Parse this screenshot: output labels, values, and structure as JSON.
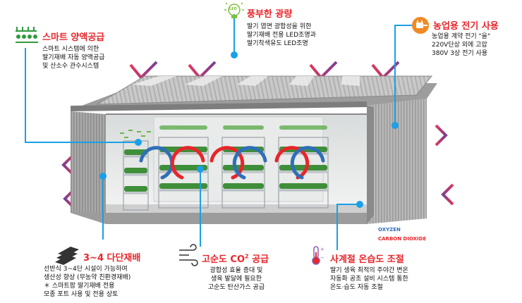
{
  "colors": {
    "title_red": "#e8262b",
    "callout_blue": "#19a0e6",
    "arrow_red": "#e8262b",
    "arrow_blue": "#2f6fb8",
    "bolt_purple": "#8b5bb0",
    "oxygen_blue": "#2f6fb8",
    "co2_red": "#e8262b"
  },
  "nutrient": {
    "title": "스마트 양액공급",
    "desc": "스마트 시스템에 의한\n딸기재배 자동 양액공급\n및 산소수 관수시스템",
    "icon": "irrigation-icon"
  },
  "light": {
    "title": "풍부한 광량",
    "desc": "딸기 엽면 광합성을 위한\n딸기재배 전용 LED조명과\n딸기착색유도 LED조명",
    "icon": "led-bulb-icon",
    "icon_label": "LED"
  },
  "power": {
    "title": "농업용 전기 사용",
    "desc": "농업용 계약 전기 \"을\"\n220V단상 외에 고압\n380V 3상 전기 사용",
    "icon": "power-plug-icon"
  },
  "multilayer": {
    "title": "3~4 다단재배",
    "desc": "선반식 3~4단 시설이 가능하여\n생산성 향상 (무농약 친환경재배)\n＊ 스마트팜 딸기재배 전용\n   모종 포트 사용 및 전용 상토",
    "icon": "layers-icon"
  },
  "co2": {
    "title_main": "고순도 CO",
    "title_sup": "2",
    "title_end": "공급",
    "desc": "광합성 효율 증대 및\n생육 발달에 필요한\n고순도 탄산가스 공급",
    "icon": "air-flow-icon"
  },
  "climate": {
    "title": "사계절 온습도 조절",
    "desc": "딸기 생육 최적의 주야간 변온\n자동화 공조 설비 시스템 통한\n온도·습도 자동 조절",
    "icon": "thermometer-icon"
  },
  "legend": {
    "oxygen": "OXYZEN",
    "co2": "CARBON DIOXIDE"
  }
}
